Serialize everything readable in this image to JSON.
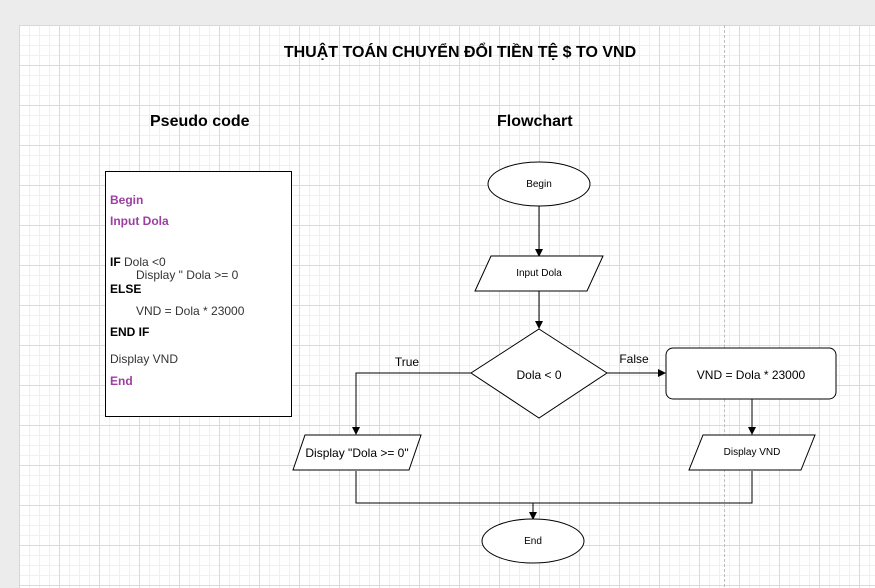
{
  "title": "THUẬT TOÁN CHUYỂN ĐỔI TIỀN TỆ $ TO VND",
  "pseudo": {
    "heading": "Pseudo code",
    "begin": "Begin",
    "input": "Input Dola",
    "if_kw": "IF",
    "if_cond": " Dola <0",
    "display_neg": "Display \" Dola >= 0",
    "else_kw": "ELSE",
    "calc": "VND = Dola * 23000",
    "endif": "END IF",
    "display_vnd": "Display VND",
    "end": "End"
  },
  "flowchart": {
    "heading": "Flowchart",
    "begin": "Begin",
    "input": "Input Dola",
    "decision": "Dola < 0",
    "true_label": "True",
    "false_label": "False",
    "calc": "VND = Dola * 23000",
    "display_true": "Display \"Dola >= 0\"",
    "display_vnd": "Display VND",
    "end": "End"
  }
}
